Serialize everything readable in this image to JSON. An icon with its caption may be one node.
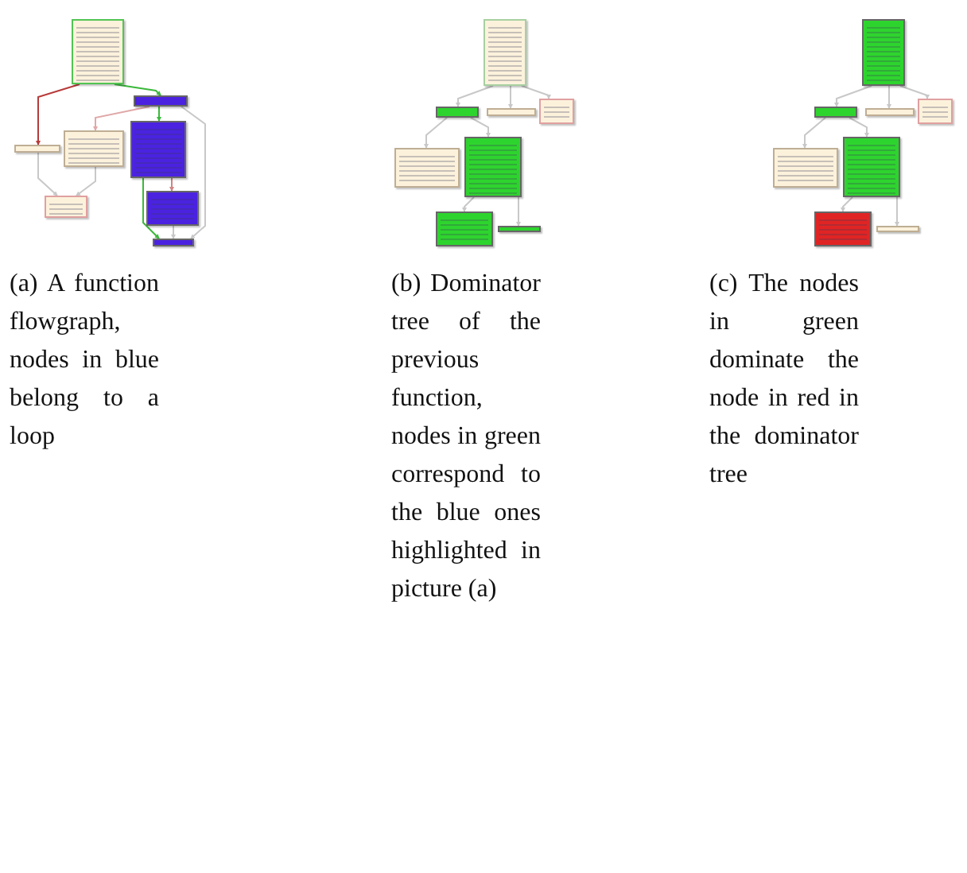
{
  "diagram": {
    "nodes": [
      {
        "text": [],
        "shape": "box"
      },
      {
        "text": [],
        "shape": "box"
      },
      {
        "text": [],
        "shape": "box"
      },
      {
        "text": [],
        "shape": "box"
      },
      {
        "text": [],
        "shape": "box"
      },
      {
        "text": [],
        "shape": "box"
      },
      {
        "text": [],
        "shape": "box"
      },
      {
        "text": [],
        "shape": "box"
      },
      {
        "text": [],
        "shape": "box"
      },
      {
        "text": [],
        "shape": "box"
      },
      {
        "text": [],
        "shape": "box"
      },
      {
        "text": [],
        "shape": "box"
      },
      {
        "text": [],
        "shape": "box"
      },
      {
        "text": [],
        "shape": "box"
      },
      {
        "text": [],
        "shape": "box"
      },
      {
        "text": [],
        "shape": "box"
      },
      {
        "text": [],
        "shape": "box"
      },
      {
        "text": [],
        "shape": "box"
      },
      {
        "text": [],
        "shape": "box"
      },
      {
        "text": [],
        "shape": "box"
      },
      {
        "text": [],
        "shape": "box"
      },
      {
        "text": [],
        "shape": "box"
      },
      {
        "text": [],
        "shape": "box"
      },
      {
        "text": [],
        "shape": "box"
      }
    ],
    "edges": [
      {
        "from": 0,
        "to": 2,
        "arrow": "to",
        "color": "#b83a3a"
      },
      {
        "from": 0,
        "to": 1,
        "arrow": "to",
        "color": "#3cb83c"
      },
      {
        "from": 1,
        "to": 3,
        "arrow": "to",
        "color": "#e0a8a8"
      },
      {
        "from": 1,
        "to": 4,
        "arrow": "to",
        "color": "#3cb83c"
      },
      {
        "from": 1,
        "to": 7,
        "arrow": "to"
      },
      {
        "from": 2,
        "to": 5,
        "arrow": "to"
      },
      {
        "from": 3,
        "to": 5,
        "arrow": "to"
      },
      {
        "from": 4,
        "to": 6,
        "arrow": "to",
        "color": "#d08484"
      },
      {
        "from": 4,
        "to": 7,
        "arrow": "to",
        "color": "#3cb83c"
      },
      {
        "from": 6,
        "to": 7,
        "arrow": "to"
      },
      {
        "from": 8,
        "to": 9,
        "arrow": "to"
      },
      {
        "from": 8,
        "to": 10,
        "arrow": "to"
      },
      {
        "from": 8,
        "to": 11,
        "arrow": "to"
      },
      {
        "from": 9,
        "to": 12,
        "arrow": "to"
      },
      {
        "from": 9,
        "to": 13,
        "arrow": "to"
      },
      {
        "from": 13,
        "to": 14,
        "arrow": "to"
      },
      {
        "from": 13,
        "to": 15,
        "arrow": "to"
      },
      {
        "from": 16,
        "to": 17,
        "arrow": "to"
      },
      {
        "from": 16,
        "to": 18,
        "arrow": "to"
      },
      {
        "from": 16,
        "to": 19,
        "arrow": "to"
      },
      {
        "from": 17,
        "to": 20,
        "arrow": "to"
      },
      {
        "from": 17,
        "to": 21,
        "arrow": "to"
      },
      {
        "from": 21,
        "to": 22,
        "arrow": "to"
      },
      {
        "from": 21,
        "to": 23,
        "arrow": "to"
      }
    ],
    "labels": [
      "(a) A function flowgraph, nodes in blue belong to a loop",
      "(b) Dominator tree of the previous function, nodes in green correspond to the blue ones highlighted in picture (a)",
      "(c) The nodes in green dominate the node in red in the dominator tree"
    ]
  }
}
